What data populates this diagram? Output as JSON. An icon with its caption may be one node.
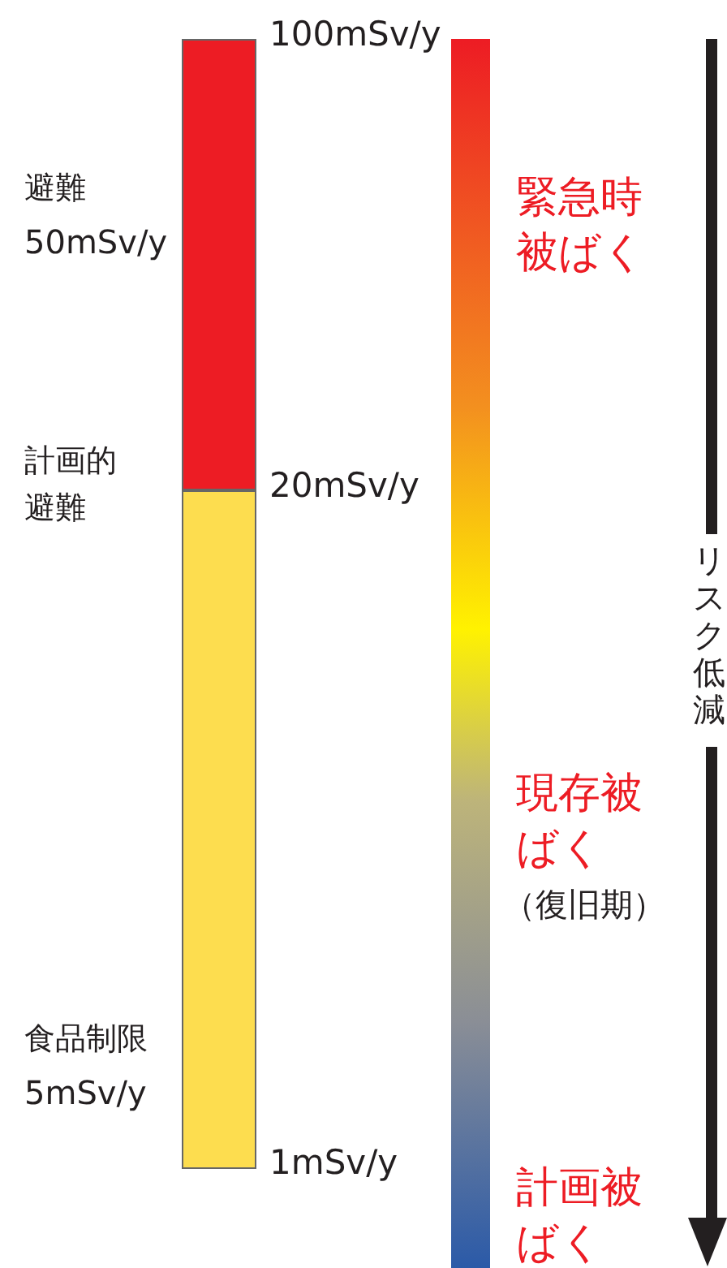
{
  "diagram": {
    "nodes": [
      {
        "text": [],
        "shape": "bar"
      },
      {
        "text": [],
        "shape": "bar"
      },
      {
        "text": [],
        "shape": "bar"
      }
    ],
    "labels": [
      "100mSv/y",
      "緊急時被ばく",
      "避難",
      "50mSv/y",
      "計画的避難",
      "20mSv/y",
      "リスク低減",
      "現存被ばく",
      "（復旧期）",
      "食品制限",
      "5mSv/y",
      "1mSv/y",
      "計画被ばく"
    ]
  }
}
